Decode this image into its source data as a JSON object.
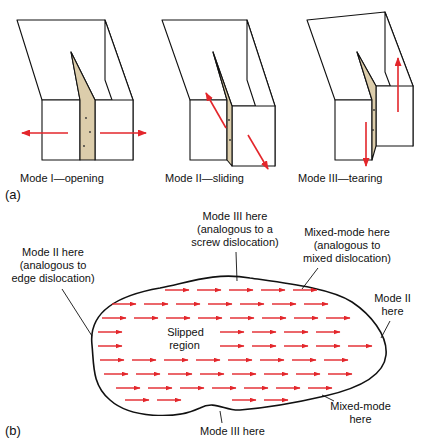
{
  "diagram": {
    "nodes": [
      {
        "text": [
          "Slipped region"
        ]
      }
    ],
    "labels": [
      "Mode I—opening",
      "Mode II—sliding",
      "Mode III—tearing",
      "(a)",
      "Mode III here (analogous to a screw dislocation)",
      "Mode II here (analogous to edge dislocation)",
      "Mixed-mode here (analogous to mixed dislocation)",
      "Mode II here",
      "Mixed-mode here",
      "Mode III here",
      "(b)"
    ]
  }
}
